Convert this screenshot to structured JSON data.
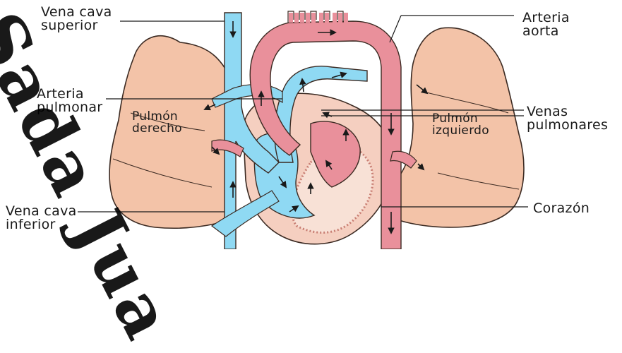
{
  "labels": {
    "vena_cava_superior": [
      "Vena cava",
      "superior"
    ],
    "arteria_aorta": [
      "Arteria",
      "aorta"
    ],
    "arteria_pulmonar": [
      "Arteria",
      "pulmonar"
    ],
    "pulmon_derecho": [
      "Pulmón",
      "derecho"
    ],
    "pulmon_izquierdo": [
      "Pulmón",
      "izquierdo"
    ],
    "venas_pulmonares": [
      "Venas",
      "pulmonares"
    ],
    "vena_cava_inferior": [
      "Vena cava",
      "inferior"
    ],
    "corazon": "Corazón"
  },
  "watermark": "Sada Jua",
  "colors": {
    "lung": "#f3c3a8",
    "lung_outline": "#3b2a22",
    "oxygenated": "#e9909b",
    "deoxygenated": "#8fd9f3",
    "heart_muscle": "#f5cfc0",
    "arrow": "#1a1a1a"
  }
}
